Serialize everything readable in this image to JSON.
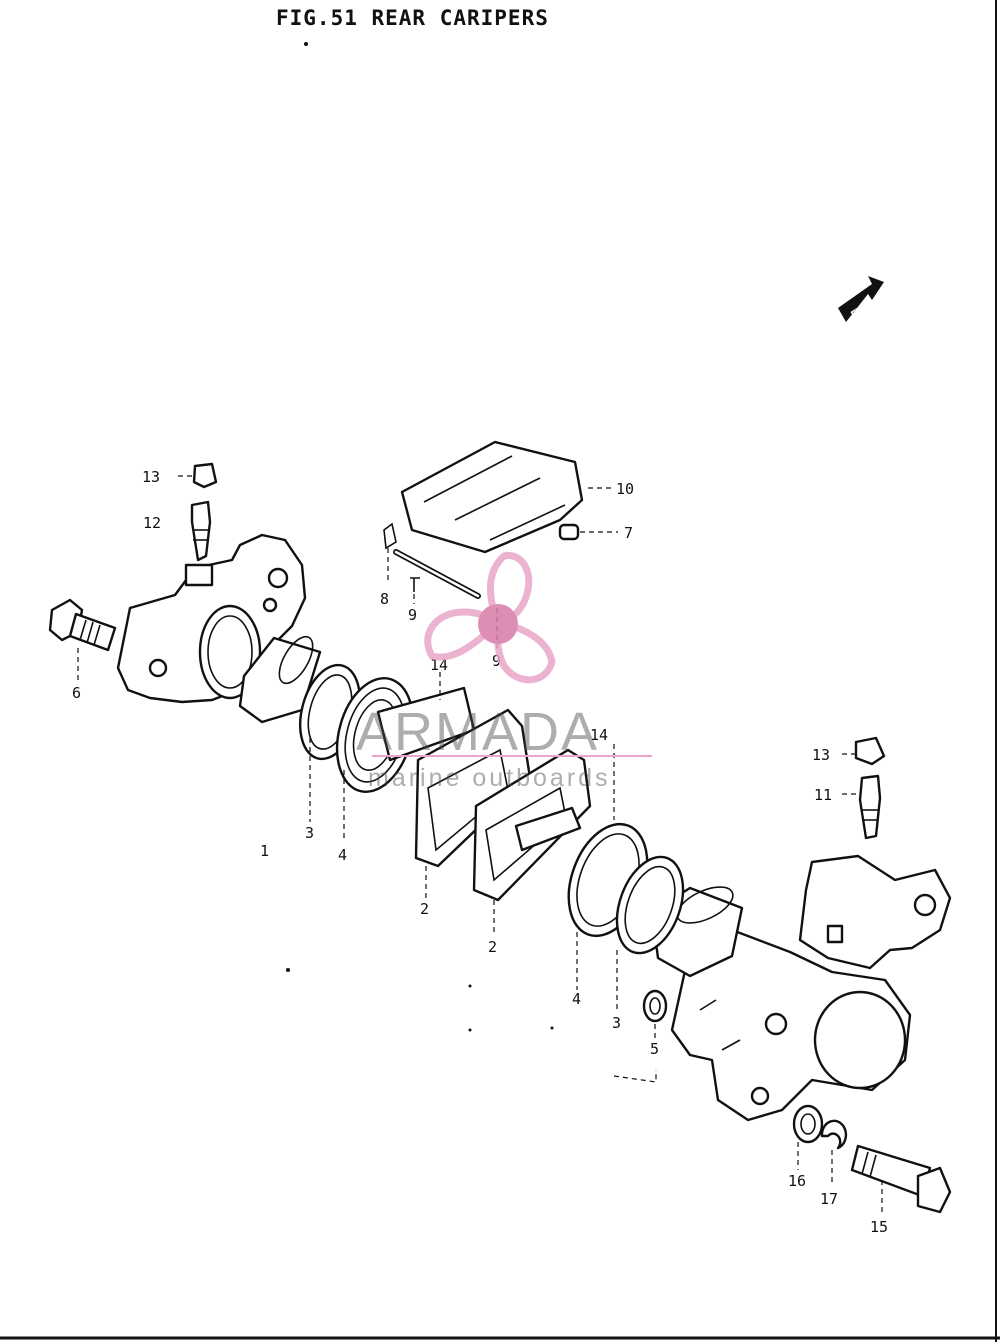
{
  "title": "FIG.51  REAR CARIPERS",
  "fwd_label": "FWD",
  "watermark": {
    "brand": "ARMADA",
    "tagline": "marine outboards",
    "colors": {
      "logo": "#e9a6c8",
      "logo_dark": "#d97aa8",
      "text": "#4a4a4a"
    }
  },
  "callouts": {
    "c1": "1",
    "c2a": "2",
    "c2b": "2",
    "c3a": "3",
    "c3b": "3",
    "c4a": "4",
    "c4b": "4",
    "c5": "5",
    "c6": "6",
    "c7": "7",
    "c8": "8",
    "c9": "9",
    "c9b": "9",
    "c10": "10",
    "c11": "11",
    "c12": "12",
    "c13a": "13",
    "c13b": "13",
    "c14a": "14",
    "c14b": "14",
    "c15": "15",
    "c16": "16",
    "c17": "17"
  }
}
